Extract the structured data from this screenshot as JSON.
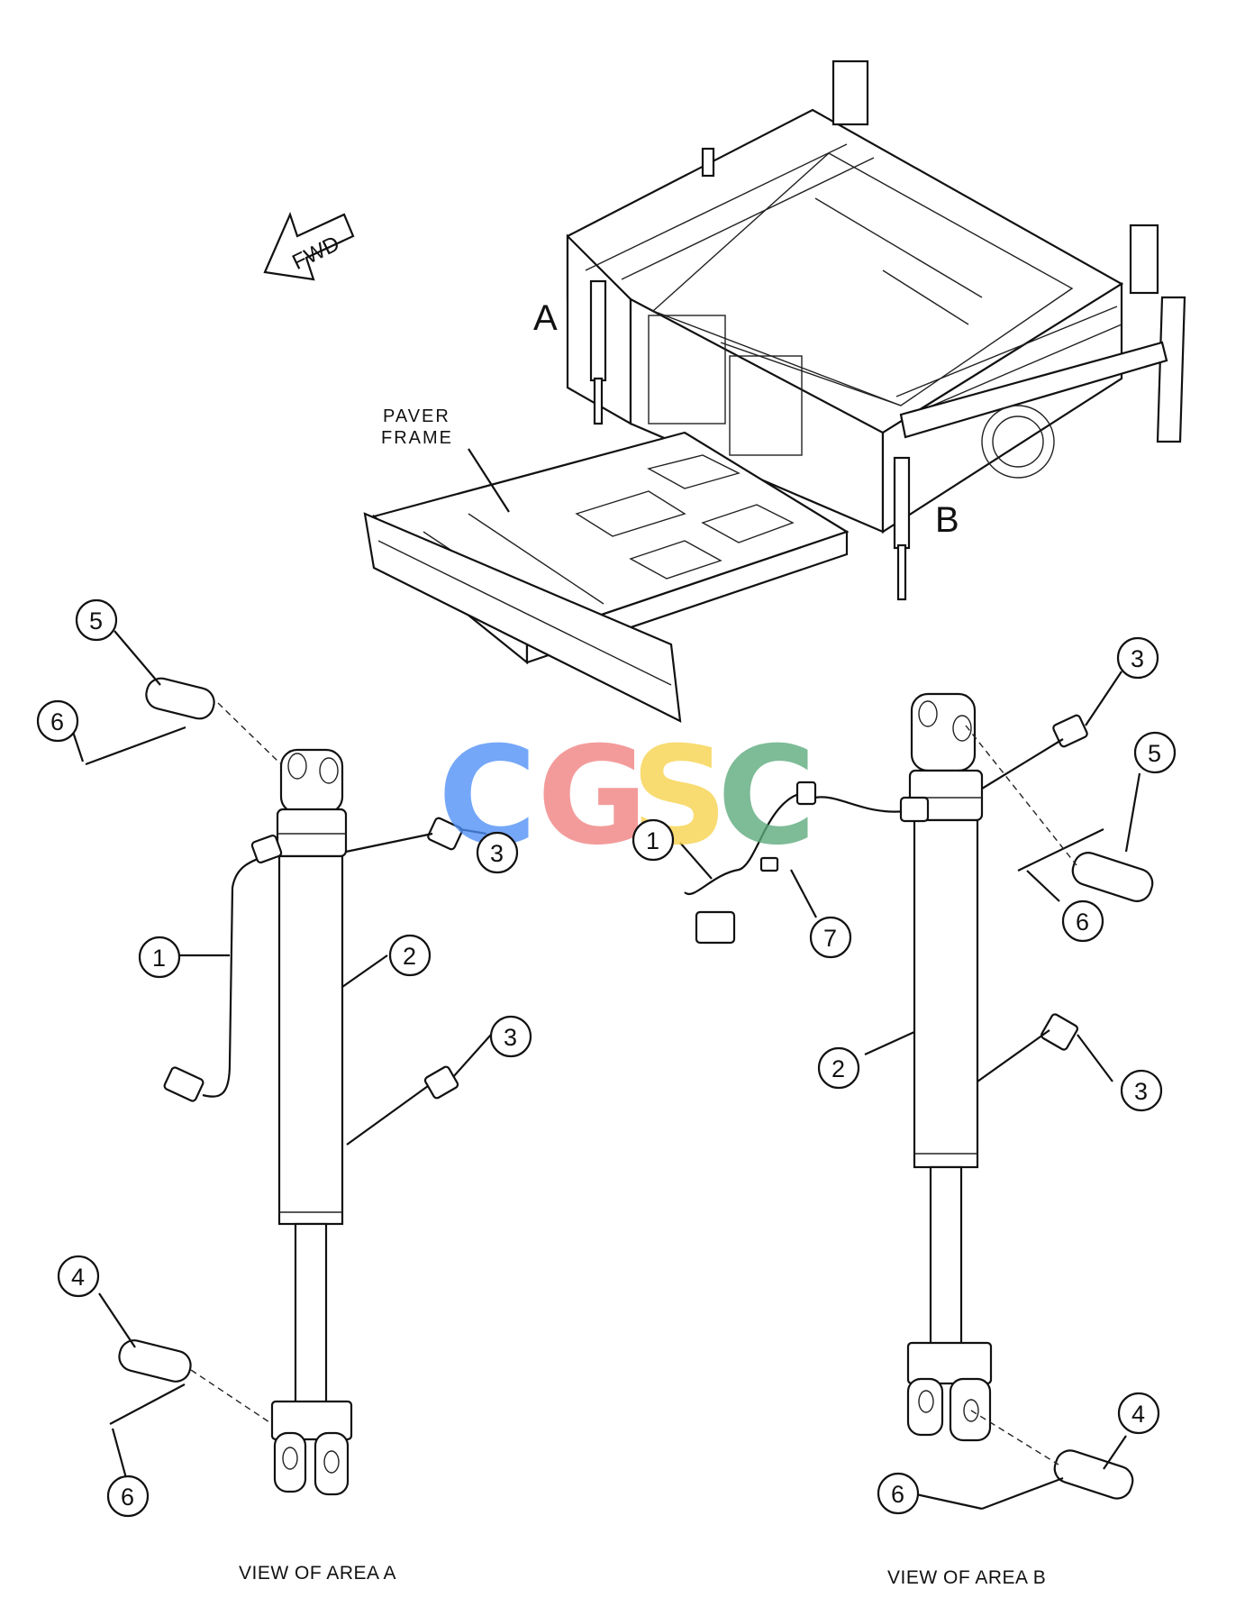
{
  "labels": {
    "fwd": "FWD",
    "area_a": "A",
    "area_b": "B",
    "paver_frame_line1": "PAVER",
    "paver_frame_line2": "FRAME",
    "view_area_a": "VIEW OF AREA A",
    "view_area_b": "VIEW OF AREA B"
  },
  "watermark": {
    "letters": [
      "C",
      "G",
      "S",
      "C"
    ],
    "colors": [
      "#4f8ff7",
      "#f08080",
      "#f7d24a",
      "#5aa97a"
    ]
  },
  "callouts": {
    "a1": "1",
    "a2": "2",
    "a3_top": "3",
    "a3_mid": "3",
    "a4": "4",
    "a5": "5",
    "a6_top": "6",
    "a6_bot": "6",
    "b1": "1",
    "b2": "2",
    "b3_top": "3",
    "b3_mid": "3",
    "b4": "4",
    "b5": "5",
    "b6_top": "6",
    "b6_bot": "6",
    "b7": "7"
  }
}
